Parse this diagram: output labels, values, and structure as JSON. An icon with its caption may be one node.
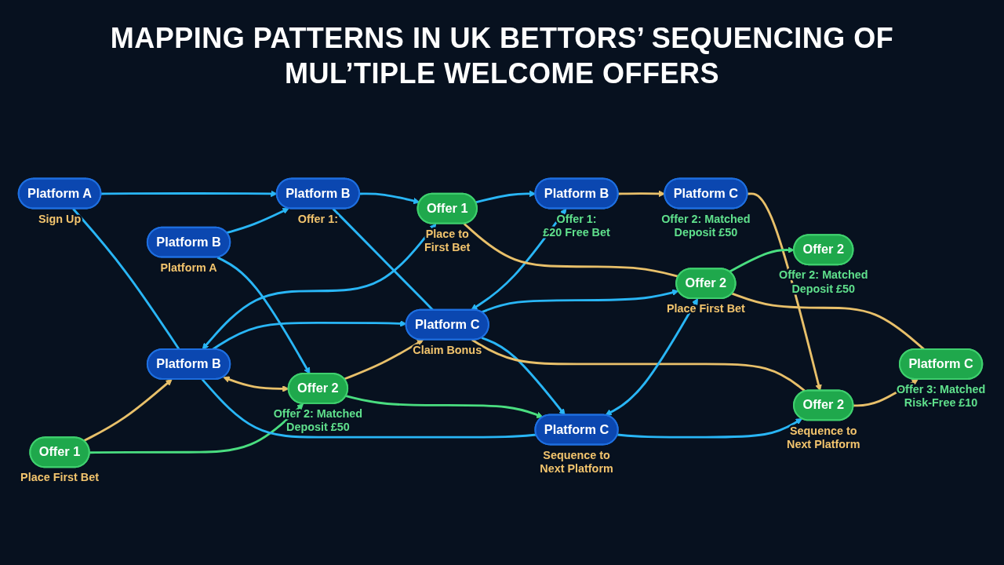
{
  "diagram": {
    "title": "MAPPING PATTERNS IN UK BETTORS’ SEQUENCING OF MUL’TIPLE WELCOME OFFERS",
    "nodes": [
      {
        "text": [
          "Platform A"
        ],
        "beside": [
          "Sign Up"
        ]
      },
      {
        "text": [
          "Platform B"
        ],
        "beside": [
          "Offer 1:"
        ]
      },
      {
        "text": [
          "Offer 1"
        ],
        "beside": [
          "Place to First Bet"
        ]
      },
      {
        "text": [
          "Platform B"
        ],
        "beside": [
          "Offer 1: £20 Free Bet"
        ]
      },
      {
        "text": [
          "Platform C"
        ],
        "beside": [
          "Offer 2: Matched Deposit £50"
        ]
      },
      {
        "text": [
          "Offer 1"
        ],
        "beside": [
          "Place First Bet"
        ]
      },
      {
        "text": [
          "Platform B"
        ]
      },
      {
        "text": [
          "Platform C"
        ],
        "beside": [
          "Claim Bonus"
        ]
      },
      {
        "text": [
          "Offer 2"
        ],
        "beside": [
          "Place First Bet"
        ]
      },
      {
        "text": [
          "Offer 2"
        ],
        "beside": [
          "Offer 2: Matched Deposit £50"
        ]
      },
      {
        "text": [
          "Platform B"
        ],
        "beside": [
          "Platform A"
        ]
      },
      {
        "text": [
          "Offer 2"
        ],
        "beside": [
          "Offer 2: Matched Deposit £50"
        ]
      },
      {
        "text": [
          "Platform C"
        ],
        "beside": [
          "Sequence to Next Platform"
        ]
      },
      {
        "text": [
          "Offer 2"
        ],
        "beside": [
          "Sequence to Next Platform"
        ]
      },
      {
        "text": [
          "Platform C"
        ],
        "beside": [
          "Offer 3: Matched Risk-Free £10"
        ]
      }
    ],
    "edges": [
      {
        "from": 0,
        "to": 1,
        "arrow": "to"
      },
      {
        "from": 1,
        "to": 2,
        "arrow": "to"
      },
      {
        "from": 2,
        "to": 3,
        "arrow": "to"
      },
      {
        "from": 3,
        "to": 4,
        "arrow": "to",
        "color": "#e8c06a"
      },
      {
        "from": 0,
        "to": 6,
        "arrow": "none"
      },
      {
        "from": 10,
        "to": 1,
        "arrow": "to"
      },
      {
        "from": 1,
        "to": 7,
        "arrow": "none"
      },
      {
        "from": 6,
        "to": 2,
        "arrow": "both"
      },
      {
        "from": 7,
        "to": 3,
        "arrow": "both"
      },
      {
        "from": 2,
        "to": 8,
        "arrow": "none",
        "color": "#e8c06a"
      },
      {
        "from": 4,
        "to": 13,
        "arrow": "to",
        "color": "#e8c06a"
      },
      {
        "from": 5,
        "to": 6,
        "arrow": "to",
        "color": "#e8c06a"
      },
      {
        "from": 6,
        "to": 7,
        "arrow": "to"
      },
      {
        "from": 7,
        "to": 8,
        "arrow": "to"
      },
      {
        "from": 8,
        "to": 9,
        "arrow": "to",
        "color": "#4ade80"
      },
      {
        "from": 5,
        "to": 11,
        "arrow": "to",
        "color": "#4ade80"
      },
      {
        "from": 6,
        "to": 11,
        "arrow": "both",
        "color": "#e8c06a"
      },
      {
        "from": 6,
        "to": 12,
        "arrow": "none"
      },
      {
        "from": 11,
        "to": 7,
        "arrow": "to",
        "color": "#e8c06a"
      },
      {
        "from": 7,
        "to": 12,
        "arrow": "to"
      },
      {
        "from": 7,
        "to": 13,
        "arrow": "none",
        "color": "#e8c06a"
      },
      {
        "from": 12,
        "to": 8,
        "arrow": "both"
      },
      {
        "from": 8,
        "to": 14,
        "arrow": "none",
        "color": "#e8c06a"
      },
      {
        "from": 10,
        "to": 11,
        "arrow": "to"
      },
      {
        "from": 11,
        "to": 12,
        "arrow": "to",
        "color": "#4ade80"
      },
      {
        "from": 12,
        "to": 13,
        "arrow": "to"
      },
      {
        "from": 13,
        "to": 14,
        "arrow": "to",
        "color": "#e8c06a"
      }
    ]
  }
}
